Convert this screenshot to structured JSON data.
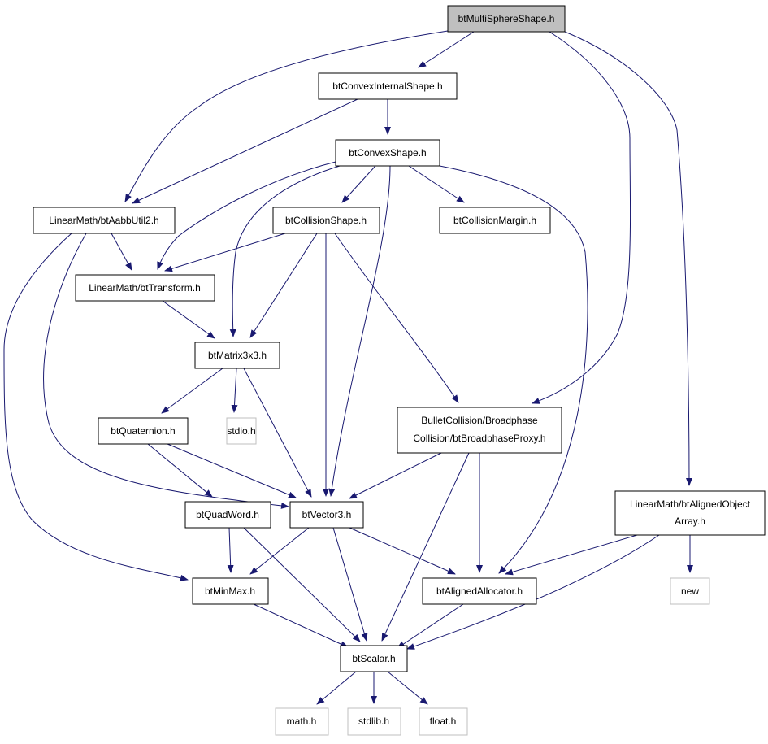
{
  "colors": {
    "edge": "#191970",
    "root_fill": "#bfbfbf",
    "node_border": "#000000",
    "missing_border": "#bfbfbf",
    "text": "#000000",
    "background": "#ffffff"
  },
  "nodes": {
    "btMultiSphereShape": {
      "label": "btMultiSphereShape.h",
      "kind": "root"
    },
    "btConvexInternalShape": {
      "label": "btConvexInternalShape.h",
      "kind": "normal"
    },
    "btConvexShape": {
      "label": "btConvexShape.h",
      "kind": "normal"
    },
    "btAabbUtil2": {
      "label": "LinearMath/btAabbUtil2.h",
      "kind": "normal"
    },
    "btCollisionShape": {
      "label": "btCollisionShape.h",
      "kind": "normal"
    },
    "btCollisionMargin": {
      "label": "btCollisionMargin.h",
      "kind": "normal"
    },
    "btTransform": {
      "label": "LinearMath/btTransform.h",
      "kind": "normal"
    },
    "btMatrix3x3": {
      "label": "btMatrix3x3.h",
      "kind": "normal"
    },
    "btQuaternion": {
      "label": "btQuaternion.h",
      "kind": "normal"
    },
    "stdio": {
      "label": "stdio.h",
      "kind": "missing"
    },
    "btBroadphaseProxy": {
      "label_line1": "BulletCollision/Broadphase",
      "label_line2": "Collision/btBroadphaseProxy.h",
      "kind": "normal"
    },
    "btAlignedObjectArray": {
      "label_line1": "LinearMath/btAlignedObject",
      "label_line2": "Array.h",
      "kind": "normal"
    },
    "btQuadWord": {
      "label": "btQuadWord.h",
      "kind": "normal"
    },
    "btVector3": {
      "label": "btVector3.h",
      "kind": "normal"
    },
    "btMinMax": {
      "label": "btMinMax.h",
      "kind": "normal"
    },
    "btAlignedAllocator": {
      "label": "btAlignedAllocator.h",
      "kind": "normal"
    },
    "new": {
      "label": "new",
      "kind": "missing"
    },
    "btScalar": {
      "label": "btScalar.h",
      "kind": "normal"
    },
    "math": {
      "label": "math.h",
      "kind": "missing"
    },
    "stdlib": {
      "label": "stdlib.h",
      "kind": "missing"
    },
    "float": {
      "label": "float.h",
      "kind": "missing"
    }
  },
  "edges": [
    [
      "btMultiSphereShape",
      "btConvexInternalShape"
    ],
    [
      "btMultiSphereShape",
      "btAabbUtil2"
    ],
    [
      "btMultiSphereShape",
      "btBroadphaseProxy"
    ],
    [
      "btMultiSphereShape",
      "btAlignedObjectArray"
    ],
    [
      "btConvexInternalShape",
      "btConvexShape"
    ],
    [
      "btConvexInternalShape",
      "btAabbUtil2"
    ],
    [
      "btConvexShape",
      "btCollisionShape"
    ],
    [
      "btConvexShape",
      "btCollisionMargin"
    ],
    [
      "btConvexShape",
      "btTransform"
    ],
    [
      "btConvexShape",
      "btMatrix3x3"
    ],
    [
      "btConvexShape",
      "btVector3"
    ],
    [
      "btConvexShape",
      "btAlignedAllocator"
    ],
    [
      "btAabbUtil2",
      "btTransform"
    ],
    [
      "btAabbUtil2",
      "btVector3"
    ],
    [
      "btAabbUtil2",
      "btMinMax"
    ],
    [
      "btCollisionShape",
      "btTransform"
    ],
    [
      "btCollisionShape",
      "btMatrix3x3"
    ],
    [
      "btCollisionShape",
      "btVector3"
    ],
    [
      "btCollisionShape",
      "btBroadphaseProxy"
    ],
    [
      "btTransform",
      "btMatrix3x3"
    ],
    [
      "btMatrix3x3",
      "btQuaternion"
    ],
    [
      "btMatrix3x3",
      "stdio"
    ],
    [
      "btMatrix3x3",
      "btVector3"
    ],
    [
      "btQuaternion",
      "btQuadWord"
    ],
    [
      "btQuaternion",
      "btVector3"
    ],
    [
      "btBroadphaseProxy",
      "btVector3"
    ],
    [
      "btBroadphaseProxy",
      "btScalar"
    ],
    [
      "btBroadphaseProxy",
      "btAlignedAllocator"
    ],
    [
      "btAlignedObjectArray",
      "btAlignedAllocator"
    ],
    [
      "btAlignedObjectArray",
      "new"
    ],
    [
      "btAlignedObjectArray",
      "btScalar"
    ],
    [
      "btQuadWord",
      "btMinMax"
    ],
    [
      "btQuadWord",
      "btScalar"
    ],
    [
      "btVector3",
      "btMinMax"
    ],
    [
      "btVector3",
      "btScalar"
    ],
    [
      "btVector3",
      "btAlignedAllocator"
    ],
    [
      "btMinMax",
      "btScalar"
    ],
    [
      "btAlignedAllocator",
      "btScalar"
    ],
    [
      "btScalar",
      "math"
    ],
    [
      "btScalar",
      "stdlib"
    ],
    [
      "btScalar",
      "float"
    ]
  ]
}
